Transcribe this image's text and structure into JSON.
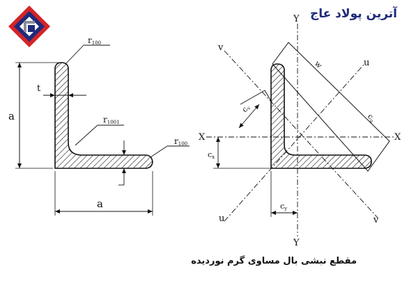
{
  "brand": {
    "title": "آترین پولاد عاج",
    "colors": {
      "red": "#d42428",
      "blue": "#1f2a7a",
      "gray": "#8a8f99"
    }
  },
  "caption": "مقطع نبشی بال مساوی گرم نوردیده",
  "left_figure": {
    "dim_leg_vertical": "a",
    "dim_leg_horizontal": "a",
    "thickness": "t",
    "radius_top": "r",
    "radius_top_sub": "100",
    "radius_root": "r",
    "radius_root_sub": "1001",
    "radius_toe": "r",
    "radius_toe_sub": "100"
  },
  "right_figure": {
    "axis_y_top": "Y",
    "axis_y_bottom": "Y",
    "axis_x_left": "X",
    "axis_x_right": "X",
    "axis_v_top": "v",
    "axis_v_bottom": "v",
    "axis_u_top": "u",
    "axis_u_bottom": "u",
    "cx": "c",
    "cx_sub": "x",
    "cy": "c",
    "cy_sub": "y",
    "cv": "c",
    "cv_sub": "v",
    "cu": "c",
    "cu_sub": "u",
    "w": "w"
  }
}
